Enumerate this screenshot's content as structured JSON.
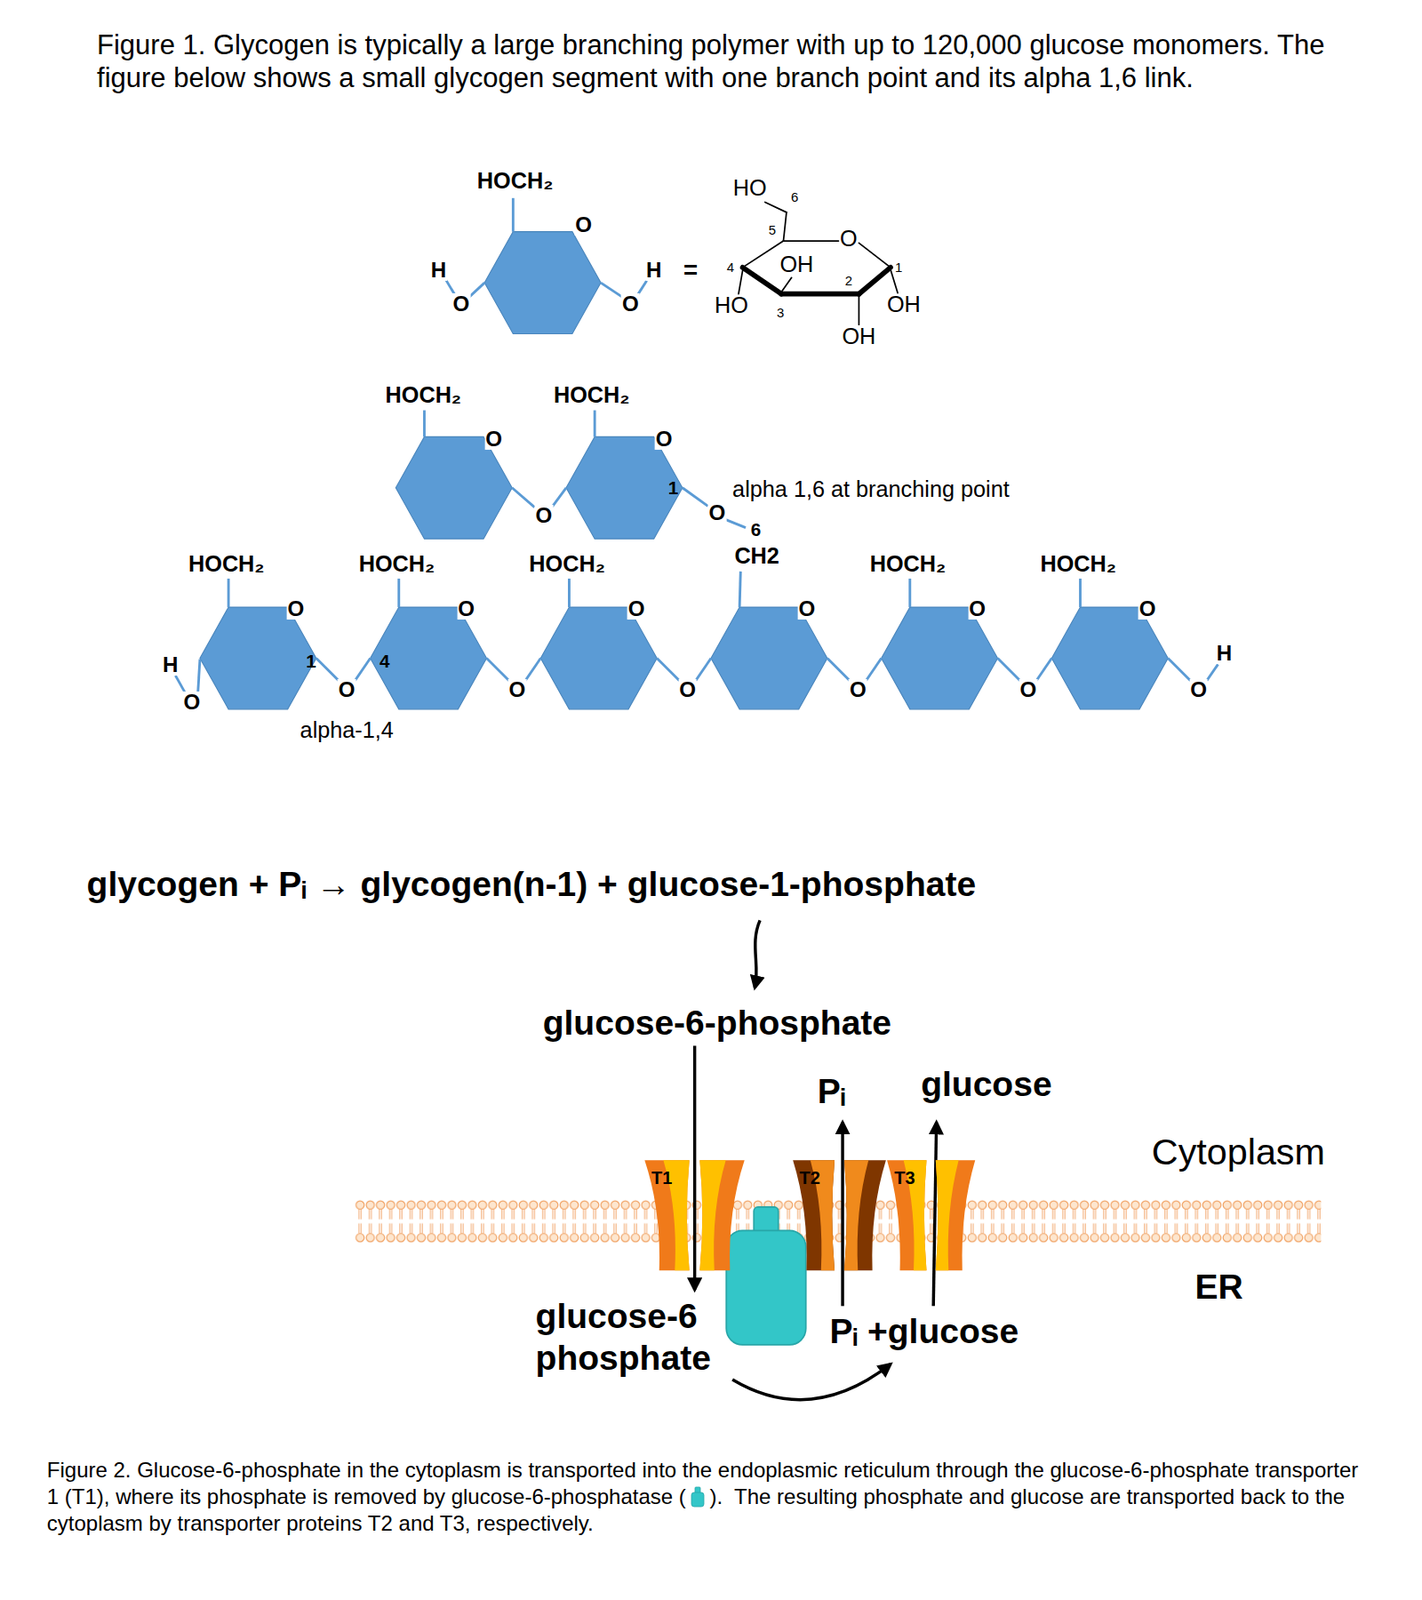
{
  "diagram": {
    "title": "Figure 1. Glycogen is typically a large branching polymer with up to 120,000 glucose monomers. The figure below shows a small glycogen segment with one branch point and its alpha 1,6 link.",
    "caption": "Figure 2. Glucose-6-phosphate in the cytoplasm is transported into the endoplasmic reticulum through the glucose-6-phosphate transporter 1 (T1), where its phosphate is removed by glucose-6-phosphatase (    ).  The resulting phosphate and glucose are transported back to the cytoplasm by transporter proteins T2 and T3, respectively.",
    "nodes": [
      {
        "text": [
          "T1"
        ]
      },
      {
        "text": [
          "T2"
        ]
      },
      {
        "text": [
          "T3"
        ]
      }
    ],
    "labels": [
      "HOCH₂",
      "O",
      "H",
      "O",
      "O",
      "H",
      "=",
      "HO",
      "6",
      "5",
      "O",
      "4",
      "OH",
      "1",
      "2",
      "HO",
      "3",
      "OH",
      "OH",
      "HOCH₂",
      "HOCH₂",
      "O",
      "O",
      "1",
      "alpha 1,6 at branching point",
      "O",
      "O",
      "6",
      "CH2",
      "HOCH₂",
      "HOCH₂",
      "HOCH₂",
      "HOCH₂",
      "HOCH₂",
      "O",
      "O",
      "O",
      "O",
      "O",
      "O",
      "H",
      "H",
      "1",
      "4",
      "O",
      "O",
      "O",
      "O",
      "O",
      "O",
      "O",
      "alpha-1,4",
      "glycogen + Pᵢ → glycogen(n-1) + glucose-1-phosphate",
      "glucose-6-phosphate",
      "Pᵢ",
      "glucose",
      "Cytoplasm",
      "ER",
      "glucose-6 phosphate",
      "Pᵢ +glucose"
    ]
  }
}
